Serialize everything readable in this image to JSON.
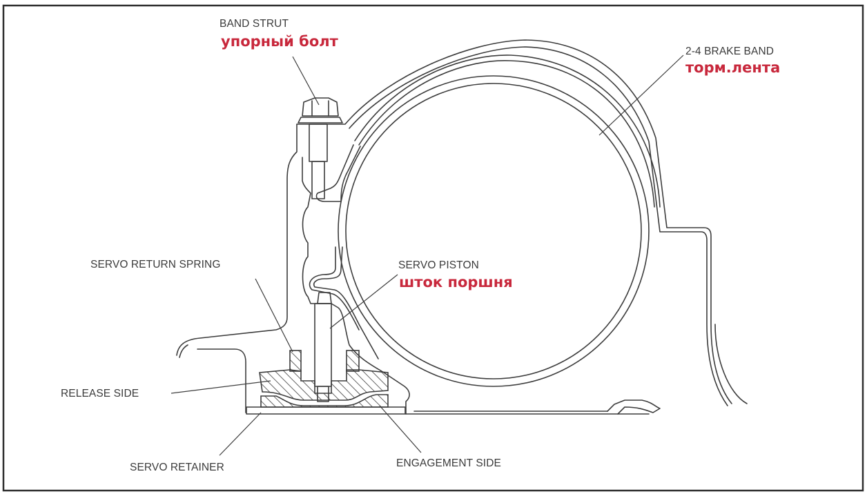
{
  "diagram": {
    "title": "2-4 Brake Band Servo Assembly",
    "labels": {
      "band_strut": {
        "en": "BAND STRUT",
        "ru": "упорный болт"
      },
      "brake_band": {
        "en": "2-4 BRAKE BAND",
        "ru": "торм.лента"
      },
      "servo_piston": {
        "en": "SERVO PISTON",
        "ru": "шток поршня"
      },
      "servo_return_spring": {
        "en": "SERVO RETURN SPRING"
      },
      "release_side": {
        "en": "RELEASE SIDE"
      },
      "servo_retainer": {
        "en": "SERVO RETAINER"
      },
      "engagement_side": {
        "en": "ENGAGEMENT SIDE"
      }
    },
    "colors": {
      "line": "#3c3c3c",
      "russian_label": "#c8283c",
      "english_label": "#3a3a3a",
      "border": "#2e2e2e"
    }
  }
}
